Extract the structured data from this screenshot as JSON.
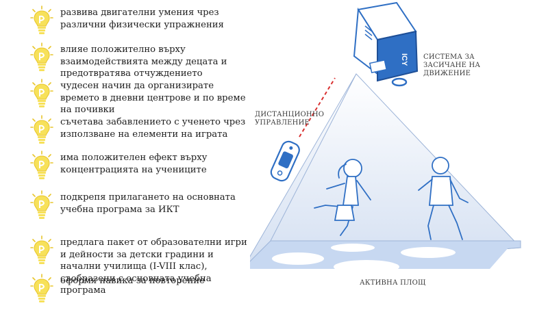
{
  "benefits": [
    {
      "text": "развива двигателни умения чрез различни физически упражнения",
      "icon": "lightbulb-icon"
    },
    {
      "text": "влияе положително върху взаимодействията между децата и предотвратява отчуждението",
      "icon": "lightbulb-icon"
    },
    {
      "text": "чудесен начин да организирате времето в дневни центрове и по време на почивки",
      "icon": "lightbulb-icon"
    },
    {
      "text": "съчетава забавлението с ученето чрез използване на елементи на играта",
      "icon": "lightbulb-icon"
    },
    {
      "text": "има положителен ефект върху концентрацията на учениците",
      "icon": "lightbulb-icon"
    },
    {
      "text": "подкрепя прилагането на основната учебна програма за ИКТ",
      "icon": "lightbulb-icon"
    },
    {
      "text": "предлага пакет от образователни игри и дейности за детски градини и начални училища (I-VIII клас), съобразени с основната учебна програма",
      "icon": "lightbulb-icon"
    },
    {
      "text": "оформя навика за повторение",
      "icon": "lightbulb-icon"
    }
  ],
  "illustration": {
    "projector_label_line1": "СИСТЕМА ЗА",
    "projector_label_line2": "ЗАСИЧАНЕ НА",
    "projector_label_line3": "ДВИЖЕНИЕ",
    "remote_label_line1": "ДИСТАНЦИОННО",
    "remote_label_line2": "УПРАВЛЕНИЕ",
    "floor_label": "АКТИВНА ПЛОЩ",
    "device_brand": "ICY"
  },
  "colors": {
    "bulb_fill": "#f7e15a",
    "bulb_stroke": "#e8c52a",
    "beam": "#d9e6f7",
    "device_blue": "#2f6fc4",
    "floor": "#c4d6f0",
    "remote_line": "#d93030"
  }
}
